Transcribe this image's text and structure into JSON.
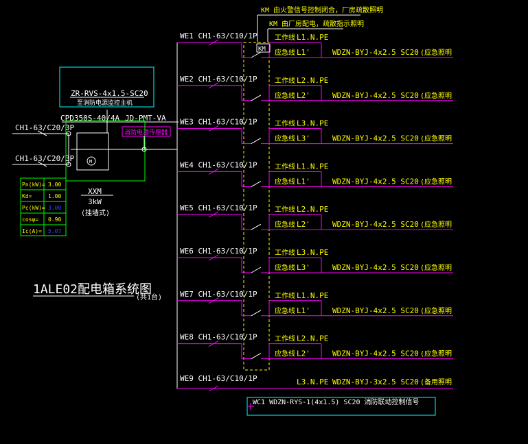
{
  "colors": {
    "background": "#000000",
    "yellow": "#ffff00",
    "magenta": "#ff00ff",
    "cyan": "#00ffff",
    "green": "#00ff00",
    "white": "#ffffff",
    "blue": "#4040ff"
  },
  "header": {
    "km_fire": "KM 由火警信号控制闭合，厂房疏散照明",
    "km_house": "KM 由厂房配电，疏散指示照明"
  },
  "inputs": {
    "incoming1": "CH1-63/C20/3P",
    "incoming2": "CH1-63/C20/3P"
  },
  "monitor_cable": "ZR-RVS-4x1.5-SC20",
  "monitor_host": "至消防电源监控主机",
  "spd": "CPD350S-40/4A",
  "spd_monitor": "JD-PMT-VA",
  "fire_sensor": "消防电源传感器",
  "box_km": "KM",
  "load_table": [
    {
      "label": "Pn(kW)=",
      "value": "3.00"
    },
    {
      "label": "Kd=",
      "value": "1.00"
    },
    {
      "label": "Pc(kW)=",
      "value": "3.00"
    },
    {
      "label": "cosφ=",
      "value": "0.90"
    },
    {
      "label": "Ic(A)=",
      "value": "5.07"
    }
  ],
  "box_name": "XXM",
  "box_power": "3kW",
  "box_mount": "(挂墙式)",
  "title": "1ALE02配电箱系统图",
  "title_note": "(共1台)",
  "circuits": [
    {
      "id": "WE1",
      "breaker": "CH1-63/C10/1P",
      "work": "工作线",
      "work_phase": "L1.N.PE",
      "emg": "应急线",
      "emg_phase": "L1'",
      "cable": "WDZN-BYJ-4x2.5 SC20",
      "use": "(应急照明"
    },
    {
      "id": "WE2",
      "breaker": "CH1-63/C10/1P",
      "work": "工作线",
      "work_phase": "L2.N.PE",
      "emg": "应急线",
      "emg_phase": "L2'",
      "cable": "WDZN-BYJ-4x2.5 SC20",
      "use": "(应急照明"
    },
    {
      "id": "WE3",
      "breaker": "CH1-63/C10/1P",
      "work": "工作线",
      "work_phase": "L3.N.PE",
      "emg": "应急线",
      "emg_phase": "L3'",
      "cable": "WDZN-BYJ-4x2.5 SC20",
      "use": "(应急照明"
    },
    {
      "id": "WE4",
      "breaker": "CH1-63/C10/1P",
      "work": "工作线",
      "work_phase": "L1.N.PE",
      "emg": "应急线",
      "emg_phase": "L1'",
      "cable": "WDZN-BYJ-4x2.5 SC20",
      "use": "(应急照明"
    },
    {
      "id": "WE5",
      "breaker": "CH1-63/C10/1P",
      "work": "工作线",
      "work_phase": "L2.N.PE",
      "emg": "应急线",
      "emg_phase": "L2'",
      "cable": "WDZN-BYJ-4x2.5 SC20",
      "use": "(应急照明"
    },
    {
      "id": "WE6",
      "breaker": "CH1-63/C10/1P",
      "work": "工作线",
      "work_phase": "L3.N.PE",
      "emg": "应急线",
      "emg_phase": "L3'",
      "cable": "WDZN-BYJ-4x2.5 SC20",
      "use": "(应急照明"
    },
    {
      "id": "WE7",
      "breaker": "CH1-63/C10/1P",
      "work": "工作线",
      "work_phase": "L1.N.PE",
      "emg": "应急线",
      "emg_phase": "L1'",
      "cable": "WDZN-BYJ-4x2.5 SC20",
      "use": "(应急照明"
    },
    {
      "id": "WE8",
      "breaker": "CH1-63/C10/1P",
      "work": "工作线",
      "work_phase": "L2.N.PE",
      "emg": "应急线",
      "emg_phase": "L2'",
      "cable": "WDZN-BYJ-4x2.5 SC20",
      "use": "(应急照明"
    }
  ],
  "spare": {
    "id": "WE9",
    "breaker": "CH1-63/C10/1P",
    "phase": "L3.N.PE",
    "cable": "WDZN-BYJ-3x2.5 SC20",
    "use": "(备用照明"
  },
  "control": {
    "text": "WC1 WDZN-RYS-1(4x1.5) SC20 消防联动控制信号"
  }
}
